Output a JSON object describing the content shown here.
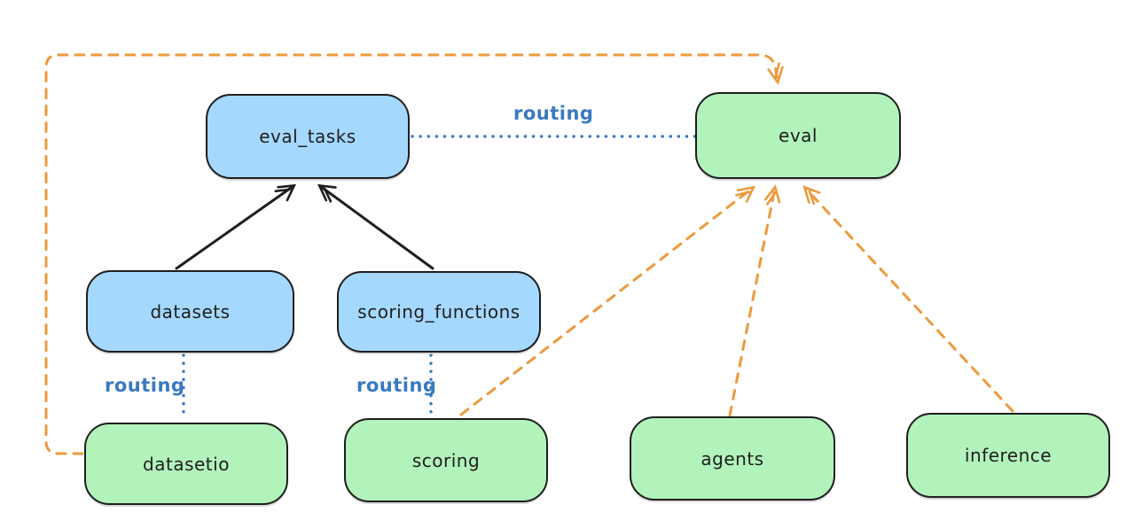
{
  "diagram": {
    "title": "",
    "background": "#ffffff",
    "colors": {
      "ink": "#1e1e1e",
      "blue_fill": "#a5d8ff",
      "green_fill": "#b2f2bb",
      "routing_blue": "#3979c1",
      "orange": "#ec9a3d"
    },
    "nodes": [
      {
        "id": "eval_tasks",
        "label": "eval_tasks",
        "fill": "blue"
      },
      {
        "id": "eval",
        "label": "eval",
        "fill": "green"
      },
      {
        "id": "datasets",
        "label": "datasets",
        "fill": "blue"
      },
      {
        "id": "scoring_functions",
        "label": "scoring_functions",
        "fill": "blue"
      },
      {
        "id": "datasetio",
        "label": "datasetio",
        "fill": "green"
      },
      {
        "id": "scoring",
        "label": "scoring",
        "fill": "green"
      },
      {
        "id": "agents",
        "label": "agents",
        "fill": "green"
      },
      {
        "id": "inference",
        "label": "inference",
        "fill": "green"
      }
    ],
    "edge_labels": [
      {
        "id": "routing-eval_tasks-eval",
        "text": "routing"
      },
      {
        "id": "routing-datasets-datasetio",
        "text": "routing"
      },
      {
        "id": "routing-scoring_functions-scoring",
        "text": "routing"
      }
    ],
    "edges": [
      {
        "from": "datasets",
        "to": "eval_tasks",
        "style": "solid-arrow",
        "color": "black"
      },
      {
        "from": "scoring_functions",
        "to": "eval_tasks",
        "style": "solid-arrow",
        "color": "black"
      },
      {
        "from": "eval_tasks",
        "to": "eval",
        "style": "dotted",
        "color": "blue",
        "label": "routing"
      },
      {
        "from": "datasets",
        "to": "datasetio",
        "style": "dotted",
        "color": "blue",
        "label": "routing"
      },
      {
        "from": "scoring_functions",
        "to": "scoring",
        "style": "dotted",
        "color": "blue",
        "label": "routing"
      },
      {
        "from": "datasetio",
        "to": "eval",
        "style": "dashed-arrow",
        "color": "orange",
        "route": "left-and-over-top"
      },
      {
        "from": "scoring",
        "to": "eval",
        "style": "dashed-arrow",
        "color": "orange"
      },
      {
        "from": "agents",
        "to": "eval",
        "style": "dashed-arrow",
        "color": "orange"
      },
      {
        "from": "inference",
        "to": "eval",
        "style": "dashed-arrow",
        "color": "orange"
      }
    ]
  }
}
